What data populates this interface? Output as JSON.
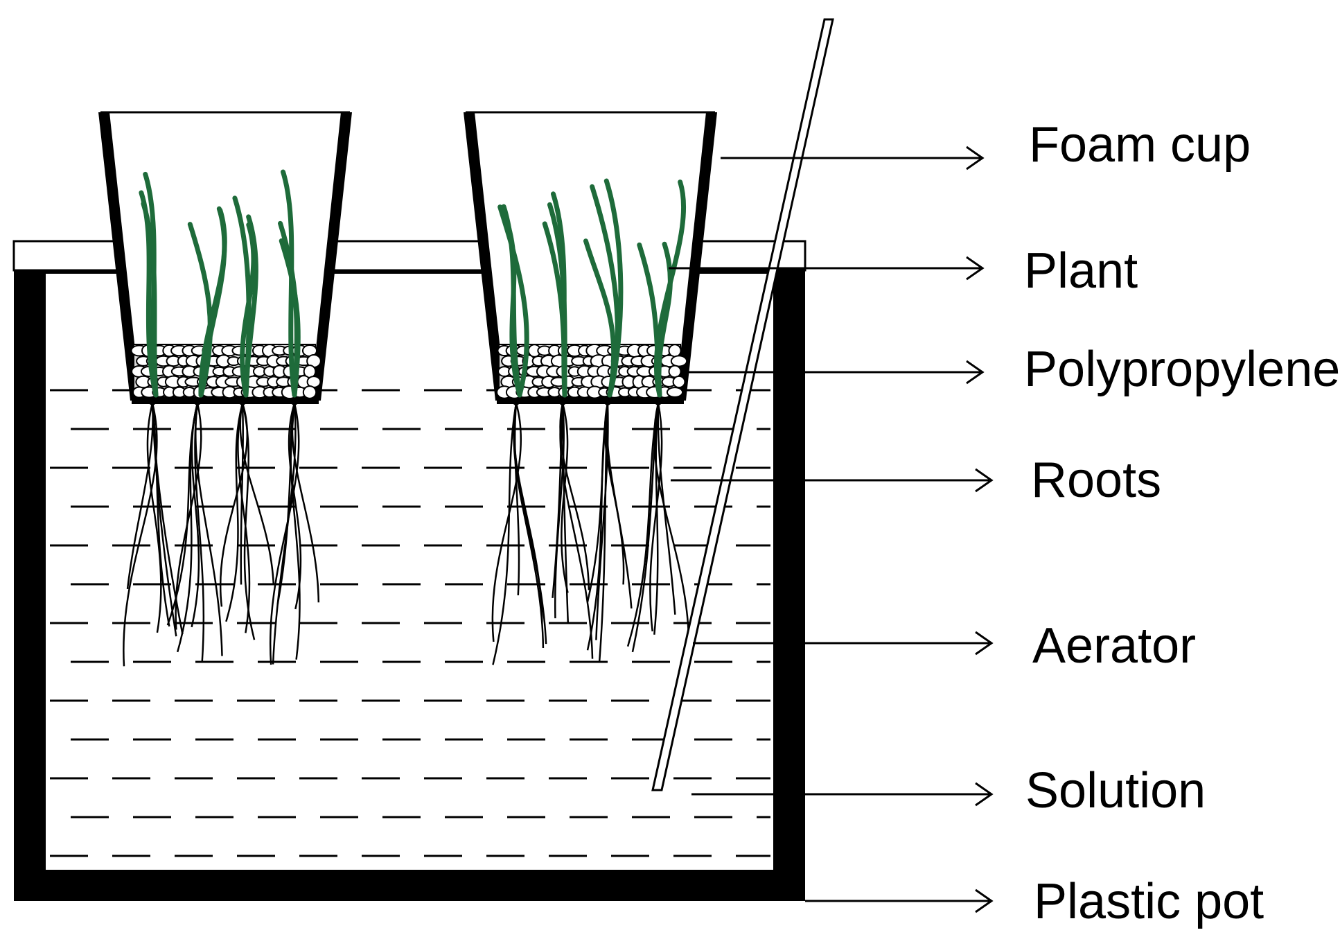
{
  "labels": {
    "foam_cup": "Foam cup",
    "plant": "Plant",
    "polypropylene": "Polypropylene",
    "roots": "Roots",
    "aerator": "Aerator",
    "solution": "Solution",
    "plastic_pot": "Plastic pot"
  },
  "colors": {
    "outline": "#000000",
    "plant": "#1e6b3a",
    "background": "#ffffff"
  }
}
